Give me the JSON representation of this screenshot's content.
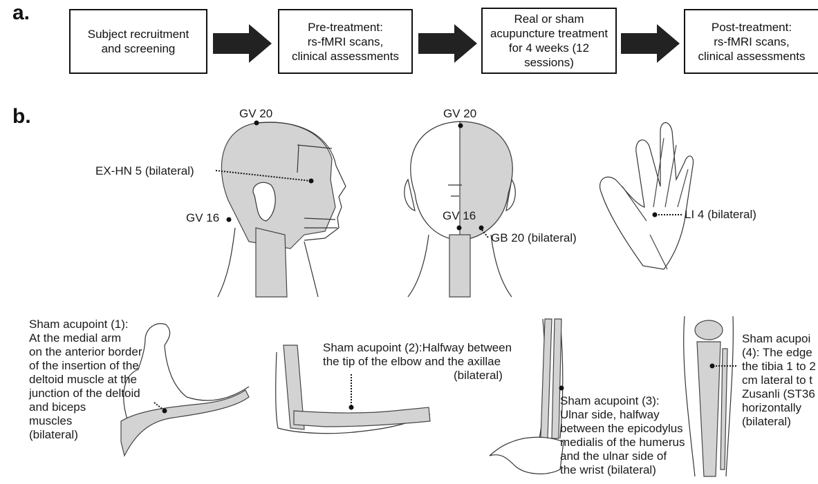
{
  "panels": {
    "a": "a.",
    "b": "b."
  },
  "flow": [
    {
      "label": "Subject recruitment\nand screening"
    },
    {
      "label": "Pre-treatment:\nrs-fMRI scans,\nclinical assessments"
    },
    {
      "label": "Real or sham\nacupuncture treatment\nfor 4 weeks (12\nsessions)"
    },
    {
      "label": "Post-treatment:\nrs-fMRI scans,\nclinical assessments"
    }
  ],
  "acupoints": {
    "gv20_side": "GV 20",
    "gv20_back": "GV 20",
    "exhn5": "EX-HN 5 (bilateral)",
    "gv16_side": "GV 16",
    "gv16_back": "GV 16",
    "gb20": "GB 20 (bilateral)",
    "li4": "LI 4 (bilateral)"
  },
  "sham": {
    "s1": "Sham acupoint (1):\nAt the medial arm\non the anterior border\nof the insertion of the\ndeltoid muscle at the\njunction of the deltoid\nand biceps\nmuscles\n(bilateral)",
    "s2": "Sham acupoint (2):Halfway between\nthe tip of the elbow and the axillae",
    "s2b": "(bilateral)",
    "s3": "Sham acupoint (3):\nUlnar side, halfway\nbetween the epicodylus\nmedialis of the humerus\nand the ulnar side of\nthe wrist (bilateral)",
    "s4": "Sham acupoi\n(4): The edge\nthe tibia 1 to 2\ncm lateral to t\nZusanli (ST36\nhorizontally\n(bilateral)"
  }
}
